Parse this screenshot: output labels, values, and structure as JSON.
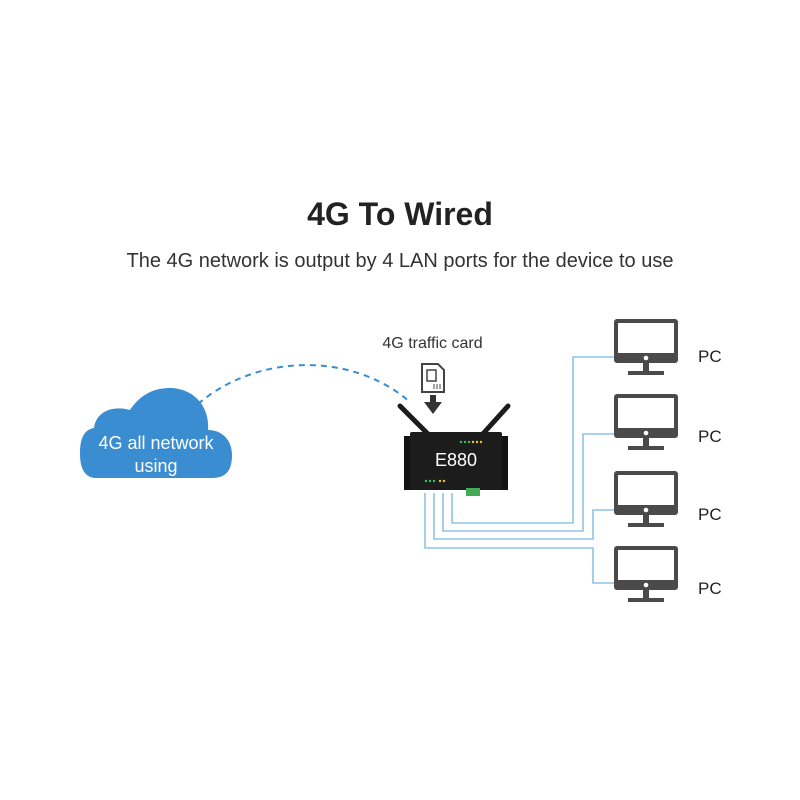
{
  "header": {
    "title": "4G To Wired",
    "subtitle": "The 4G network is output by 4 LAN ports for the device to use"
  },
  "cloud": {
    "label": "4G all network using",
    "color": "#3a8dd0"
  },
  "sim": {
    "label": "4G traffic card",
    "icon": "sim-card-icon"
  },
  "device": {
    "label": "E880",
    "body_color": "#1c1c1c"
  },
  "pcs": [
    {
      "label": "PC",
      "icon": "monitor-icon"
    },
    {
      "label": "PC",
      "icon": "monitor-icon"
    },
    {
      "label": "PC",
      "icon": "monitor-icon"
    },
    {
      "label": "PC",
      "icon": "monitor-icon"
    }
  ],
  "colors": {
    "wireless_link": "#3a8dd0",
    "lan_cable": "#8ec3e6",
    "monitor": "#4a4a4a"
  }
}
